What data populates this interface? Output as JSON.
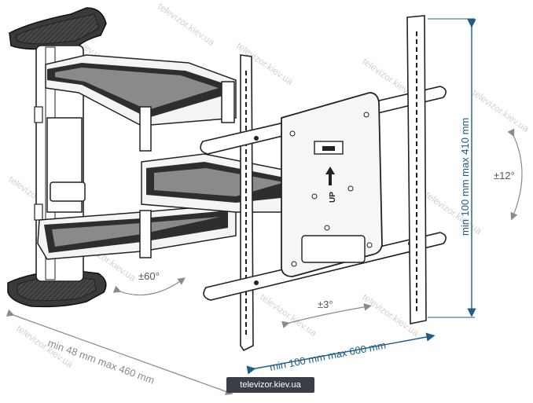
{
  "colors": {
    "metal": "#2b2b2b",
    "metal_light": "#6e6e6e",
    "panel": "#f1f1f1",
    "dimension_blue": "#1f5d86",
    "dimension_gray": "#8a8a8a",
    "watermark": "#d2d2d2",
    "badge_bg": "#3a3f46"
  },
  "dimensions": {
    "vertical": "min 100 mm max 410 mm",
    "horizontal": "min 100 mm max 600 mm",
    "extension": "min 48 mm max 460 mm"
  },
  "angles": {
    "swivel": "±60°",
    "rotation": "±3°",
    "tilt": "±12°"
  },
  "plate_label": "UP",
  "watermark_text": "televizor.kiev.ua",
  "site_badge": "televizor.kiev.ua",
  "icons": [
    "swivel-arrow-icon",
    "rotation-arrow-icon",
    "tilt-arrow-icon",
    "up-arrow-icon"
  ]
}
